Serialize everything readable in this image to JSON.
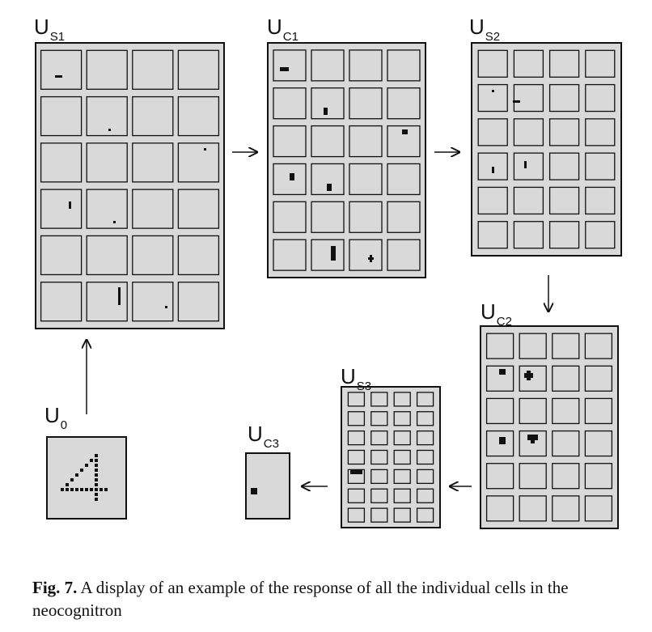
{
  "labels": {
    "us1": {
      "main": "U",
      "sub": "S1"
    },
    "uc1": {
      "main": "U",
      "sub": "C1"
    },
    "us2": {
      "main": "U",
      "sub": "S2"
    },
    "uc2": {
      "main": "U",
      "sub": "C2"
    },
    "us3": {
      "main": "U",
      "sub": "S3"
    },
    "uc3": {
      "main": "U",
      "sub": "C3"
    },
    "u0": {
      "main": "U",
      "sub": "0"
    }
  },
  "caption": {
    "figure_number": "Fig. 7.",
    "text": "A display of an example of the response of all the individual cells in the neocognitron"
  },
  "colors": {
    "panel_fill": "#d9d9d9",
    "cell_fill": "#d9d9d9",
    "ink": "#111111"
  }
}
